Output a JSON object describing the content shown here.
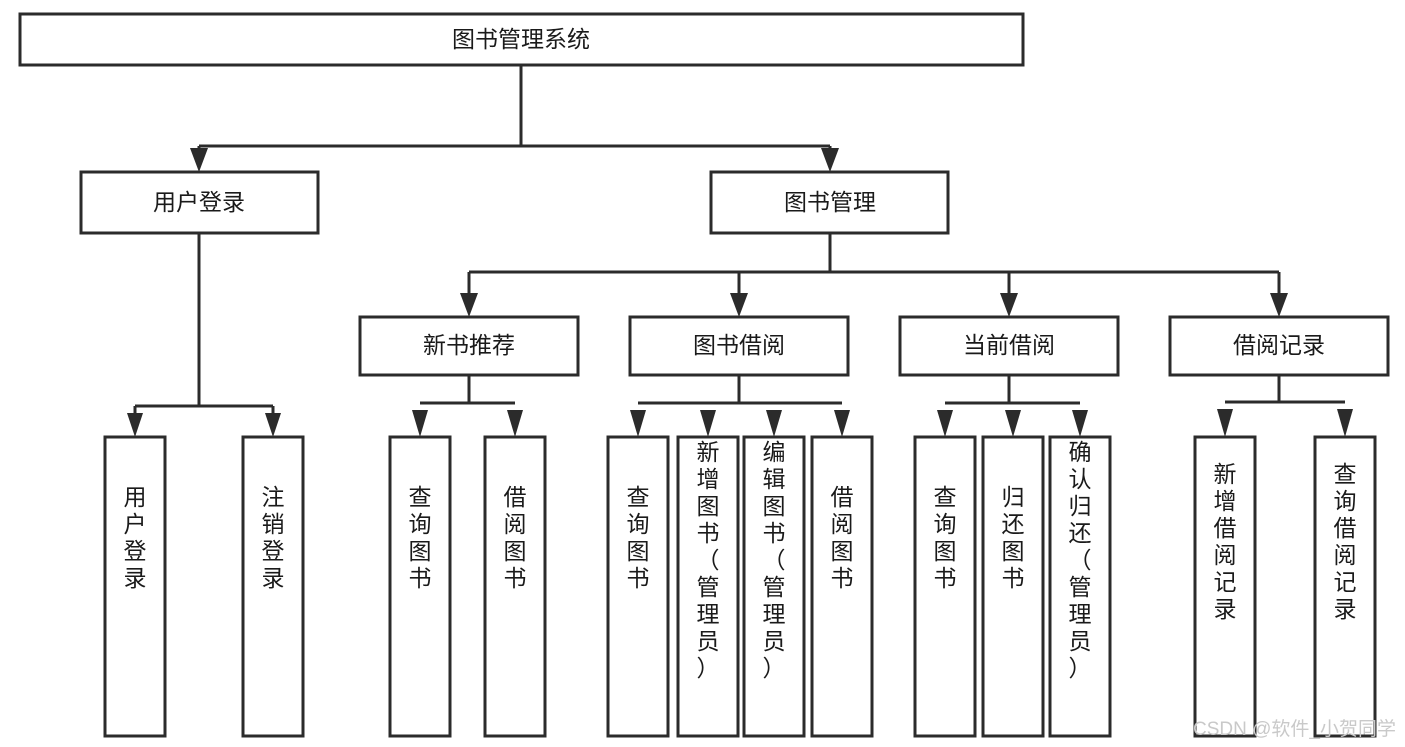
{
  "diagram": {
    "title": "图书管理系统",
    "type": "hierarchy-tree",
    "colors": {
      "box_stroke": "#2b2b2b",
      "box_fill": "#ffffff",
      "text": "#1a1a1a",
      "watermark": "#c9c9c9",
      "background": "#ffffff"
    },
    "root": {
      "label": "图书管理系统"
    },
    "level2": [
      {
        "label": "用户登录"
      },
      {
        "label": "图书管理"
      }
    ],
    "level3": [
      {
        "label": "新书推荐"
      },
      {
        "label": "图书借阅"
      },
      {
        "label": "当前借阅"
      },
      {
        "label": "借阅记录"
      }
    ],
    "leaves": {
      "user_login": [
        {
          "label": "用户登录"
        },
        {
          "label": "注销登录"
        }
      ],
      "new_book_recommend": [
        {
          "label": "查询图书"
        },
        {
          "label": "借阅图书"
        }
      ],
      "book_borrow": [
        {
          "label": "查询图书"
        },
        {
          "label": "新增图书（管理员）"
        },
        {
          "label": "编辑图书（管理员）"
        },
        {
          "label": "借阅图书"
        }
      ],
      "current_borrow": [
        {
          "label": "查询图书"
        },
        {
          "label": "归还图书"
        },
        {
          "label": "确认归还（管理员）"
        }
      ],
      "borrow_record": [
        {
          "label": "新增借阅记录"
        },
        {
          "label": "查询借阅记录"
        }
      ]
    }
  },
  "watermark": {
    "text": "CSDN @软件_小贺同学"
  }
}
